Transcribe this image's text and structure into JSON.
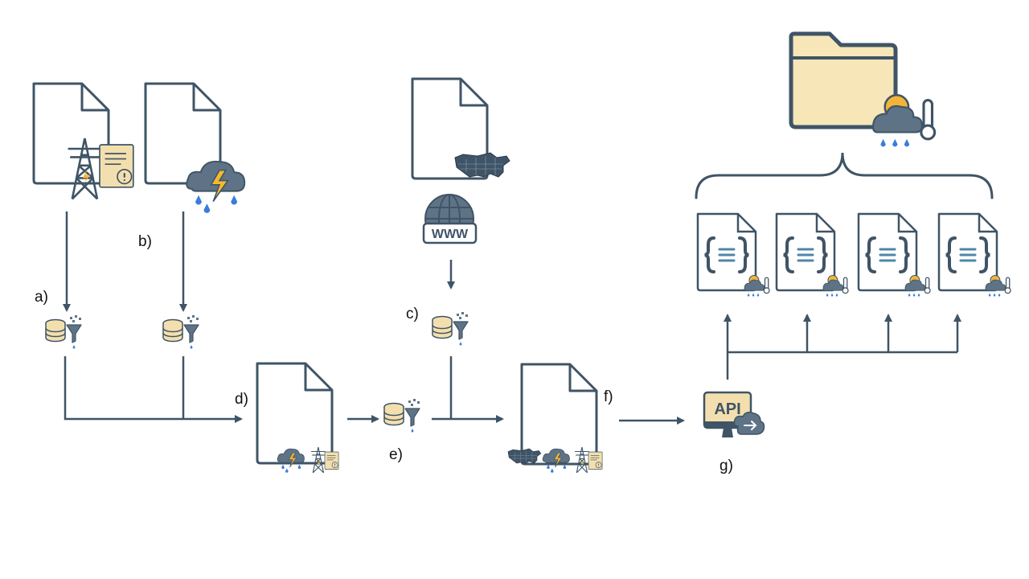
{
  "labels": {
    "a": "a)",
    "b": "b)",
    "c": "c)",
    "d": "d)",
    "e": "e)",
    "f": "f)",
    "g": "g)"
  },
  "icons": {
    "www": "WWW",
    "api": "API"
  },
  "colors": {
    "stroke": "#3f5466",
    "folder_fill": "#f7e6b8",
    "folder_stroke": "#3f5466",
    "sun": "#f2b53a",
    "cloud": "#5f7386",
    "rain": "#3b7dd8",
    "bolt": "#f5b82e",
    "db": "#f3dfae",
    "json_lines": "#4f86a8"
  }
}
